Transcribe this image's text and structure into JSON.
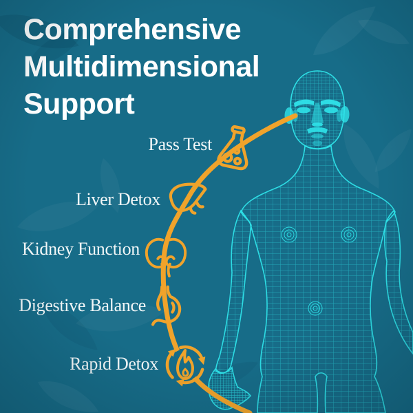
{
  "page": {
    "title": "Comprehensive\nMultidimensional\nSupport"
  },
  "theme": {
    "background": "#176C88",
    "accent_orange": "#F0A32B",
    "wireframe_cyan": "#2FE3E9",
    "title_text": "#FFFFFF",
    "label_text": "#F2F7F8"
  },
  "benefits": [
    {
      "label": "Pass Test",
      "icon": "flask-icon"
    },
    {
      "label": "Liver Detox",
      "icon": "liver-icon"
    },
    {
      "label": "Kidney Function",
      "icon": "kidneys-icon"
    },
    {
      "label": "Digestive Balance",
      "icon": "stomach-icon"
    },
    {
      "label": "Rapid Detox",
      "icon": "flame-cycle-icon"
    }
  ],
  "figure": {
    "name": "human-body-wireframe"
  }
}
